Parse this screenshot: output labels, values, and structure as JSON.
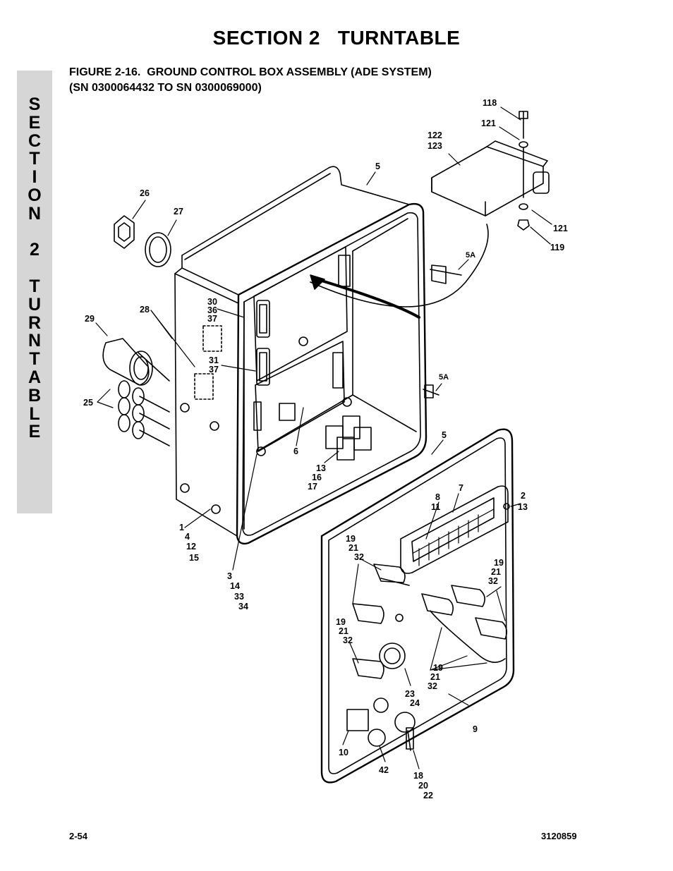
{
  "header": {
    "section_title": "SECTION 2   TURNTABLE",
    "figure_line1": "FIGURE 2-16.  GROUND CONTROL BOX ASSEMBLY (ADE SYSTEM)",
    "figure_line2": "(SN 0300064432 TO SN 0300069000)"
  },
  "side_tab": {
    "letters": [
      "S",
      "E",
      "C",
      "T",
      "I",
      "O",
      "N",
      "",
      "2",
      "",
      "T",
      "U",
      "R",
      "N",
      "T",
      "A",
      "B",
      "L",
      "E"
    ]
  },
  "callouts": {
    "c118": "118",
    "c121a": "121",
    "c122": "122",
    "c123": "123",
    "c121b": "121",
    "c119": "119",
    "c5a": "5",
    "c5A1": "5A",
    "c5A2": "5A",
    "c26": "26",
    "c27": "27",
    "c28": "28",
    "c29": "29",
    "c25": "25",
    "c30": "30",
    "c36": "36",
    "c37a": "37",
    "c31": "31",
    "c37b": "37",
    "c6": "6",
    "c13a": "13",
    "c16": "16",
    "c17": "17",
    "c5b": "5",
    "c1": "1",
    "c4": "4",
    "c12": "12",
    "c15": "15",
    "c3": "3",
    "c14": "14",
    "c33": "33",
    "c34": "34",
    "c8": "8",
    "c11": "11",
    "c7": "7",
    "c2": "2",
    "c13b": "13",
    "c19a": "19",
    "c21a": "21",
    "c32a": "32",
    "c19b": "19",
    "c21b": "21",
    "c32b": "32",
    "c19c": "19",
    "c21c": "21",
    "c32c": "32",
    "c19d": "19",
    "c21d": "21",
    "c32d": "32",
    "c23": "23",
    "c24": "24",
    "c9": "9",
    "c10": "10",
    "c42": "42",
    "c18": "18",
    "c20": "20",
    "c22": "22"
  },
  "footer": {
    "page_number": "2-54",
    "doc_number": "3120859"
  }
}
